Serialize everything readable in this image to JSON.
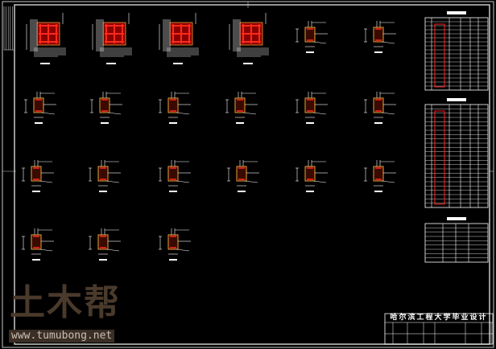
{
  "colors": {
    "background": "#000000",
    "frame": "#c8c8c8",
    "rebar": "#ff2a1a",
    "concrete": "#e8a23a",
    "line": "#ffffff",
    "watermark": "#4a3a2c"
  },
  "title_block": {
    "title": "哈尔滨工程大学毕业设计"
  },
  "watermark": {
    "logo_text": "土木帮",
    "url": "www.tumubong.net"
  },
  "drawing": {
    "large_sections": 4,
    "small_sections": 17
  }
}
